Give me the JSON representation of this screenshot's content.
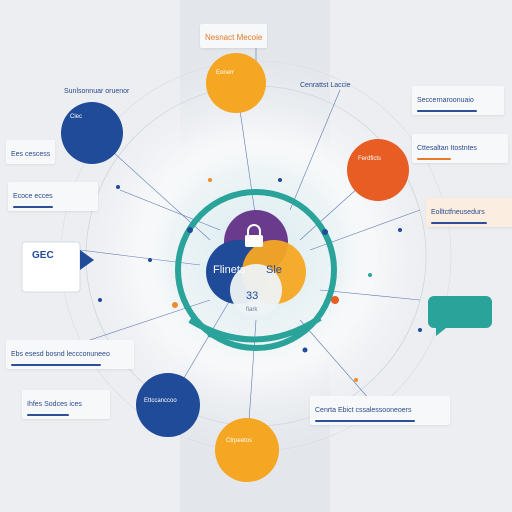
{
  "colors": {
    "navy": "#1f4b99",
    "orange": "#f08a2c",
    "amber": "#f5a623",
    "red_orange": "#e85d23",
    "teal": "#2aa39a",
    "purple": "#6a3a8c",
    "background": "#eceef1"
  },
  "top_callout": "Nesnact Mecoie",
  "top_right_label": "Cenrattst Laccie",
  "right_top_label": "Seccernaroonuaio",
  "right_mid_label": "Cttesaltan Itostntes",
  "right_lower_label": "Eolltctfneusedurs",
  "left_top_label": "Sunlsonnuar oruenor",
  "left_label_1": "Ees cescess",
  "left_label_2": "Ecoce ecces",
  "left_chip": "GEC",
  "left_bottom_label": "Ebs esesd bosnd leccconuneeo",
  "left_lower_label": "Ihfes Sodces ices",
  "bottom_right_label": "Cenrta Ebict cssalessooneoers",
  "bubble_navy_left": "Clec",
  "bubble_orange_top": "Eonerr",
  "bubble_red_right": "Ferdficts",
  "bubble_navy_bottom": "Ettccanccoo",
  "bubble_amber_bottom": "Ctrpeetos",
  "center_left_text": "Flinets",
  "center_right_text": "Sle",
  "center_number": "33",
  "center_small": "fiark",
  "icons": [
    "lock-icon",
    "chat-bubble-icon"
  ]
}
